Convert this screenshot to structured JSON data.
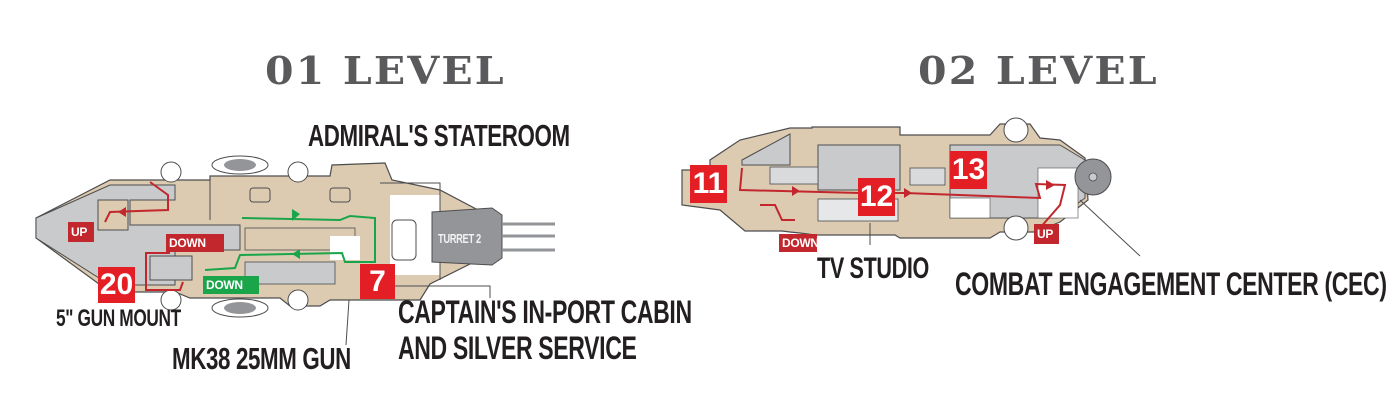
{
  "colors": {
    "deck_tan": "#dccbb0",
    "room_gray": "#c9cacc",
    "dark_gray": "#939598",
    "outline": "#4d4d4f",
    "route_red": "#c1272d",
    "route_green": "#1aa54b",
    "badge_red": "#e31e25",
    "heading_gray": "#5a5a5c",
    "label_black": "#231f20"
  },
  "levels": [
    {
      "heading": "01 LEVEL",
      "labels": {
        "admirals": "ADMIRAL'S STATEROOM",
        "gun_mount": "5\" GUN MOUNT",
        "mk38": "MK38 25MM GUN",
        "captains_1": "CAPTAIN'S IN-PORT CABIN",
        "captains_2": "AND SILVER SERVICE",
        "turret": "TURRET 2"
      },
      "stops": [
        "20",
        "7"
      ],
      "tags": {
        "up": "UP",
        "down_red": "DOWN",
        "down_green": "DOWN"
      }
    },
    {
      "heading": "02 LEVEL",
      "labels": {
        "tv": "TV STUDIO",
        "cec": "COMBAT  ENGAGEMENT CENTER (CEC)"
      },
      "stops": [
        "11",
        "12",
        "13"
      ],
      "tags": {
        "down": "DOWN",
        "up": "UP"
      }
    }
  ]
}
